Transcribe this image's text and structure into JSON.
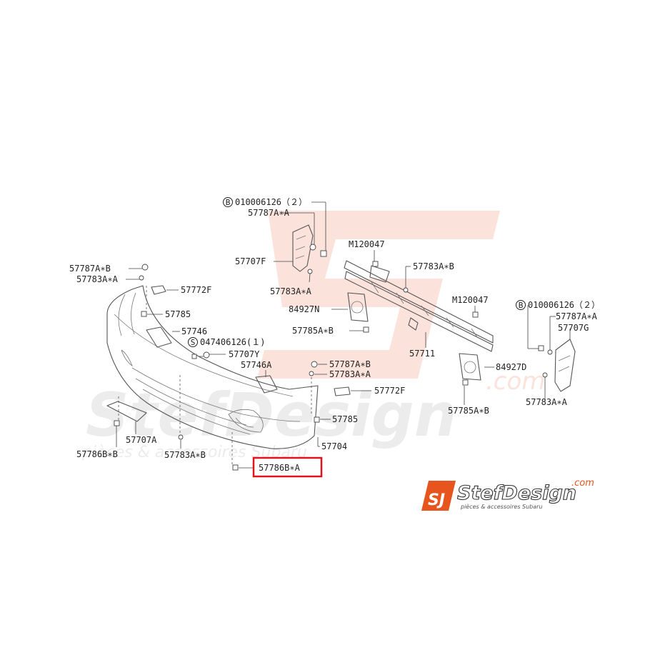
{
  "diagram": {
    "parts": {
      "p_010006126_top": "010006126（２）",
      "p_57787AA_top": "57787A∗A",
      "p_57707F": "57707F",
      "p_57783AA_mid": "57783A∗A",
      "p_M120047_a": "M120047",
      "p_57783AB_top": "57783A∗B",
      "p_84927N": "84927N",
      "p_57785AB_mid": "57785A∗B",
      "p_57711": "57711",
      "p_M120047_b": "M120047",
      "p_010006126_right": "010006126（２）",
      "p_57787AA_right": "57787A∗A",
      "p_57707G": "57707G",
      "p_84927D": "84927D",
      "p_57783AA_right": "57783A∗A",
      "p_57785AB_right": "57785A∗B",
      "p_57787AB_left": "57787A∗B",
      "p_57783AA_left": "57783A∗A",
      "p_57772F_left": "57772F",
      "p_57785_left": "57785",
      "p_57746": "57746",
      "p_047406126": "047406126(１)",
      "p_57707Y": "57707Y",
      "p_57746A": "57746A",
      "p_57787AB_center": "57787A∗B",
      "p_57783AA_center": "57783A∗A",
      "p_57772F_right": "57772F",
      "p_57785_right": "57785",
      "p_57704": "57704",
      "p_57707A": "57707A",
      "p_57786BB": "57786B∗B",
      "p_57783AB_bottom": "57783A∗B",
      "p_57786BA": "57786B∗A"
    },
    "circle_markers": {
      "b": "B",
      "s": "S"
    },
    "highlighted_part": "57786B∗A",
    "highlight_color": "#e0141e"
  },
  "watermark": {
    "brand": "StefDesign",
    "domain": ".com",
    "tagline": "pièces & accessoires Subaru"
  },
  "logo": {
    "mark": "SJ",
    "brand": "StefDesign",
    "domain": ".com",
    "tagline": "pièces & accessoires Subaru",
    "color": "#e8541e"
  }
}
